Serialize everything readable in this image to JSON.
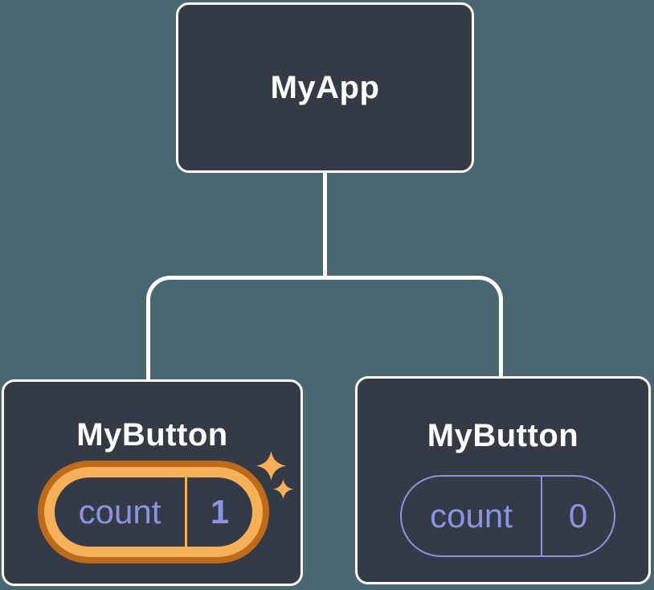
{
  "colors": {
    "background": "#4A6670",
    "node_fill": "#343A46",
    "node_border": "#FFFFFF",
    "label_text": "#FFFFFF",
    "state_text": "#8A94E2",
    "state_pill_border": "#8A94E2",
    "highlight_ring_outer": "#BE6A19",
    "highlight_ring_inner": "#F6B057",
    "sparkle": "#F6B057"
  },
  "tree": {
    "root": {
      "label": "MyApp"
    },
    "children": [
      {
        "label": "MyButton",
        "state": {
          "key": "count",
          "value": "1"
        },
        "highlighted": true
      },
      {
        "label": "MyButton",
        "state": {
          "key": "count",
          "value": "0"
        },
        "highlighted": false
      }
    ]
  },
  "icons": {
    "sparkle_large": {
      "name": "sparkle-icon",
      "shape": "four-point-star",
      "color": "#F6B057"
    },
    "sparkle_small": {
      "name": "sparkle-icon",
      "shape": "four-point-star",
      "color": "#F6B057"
    }
  }
}
